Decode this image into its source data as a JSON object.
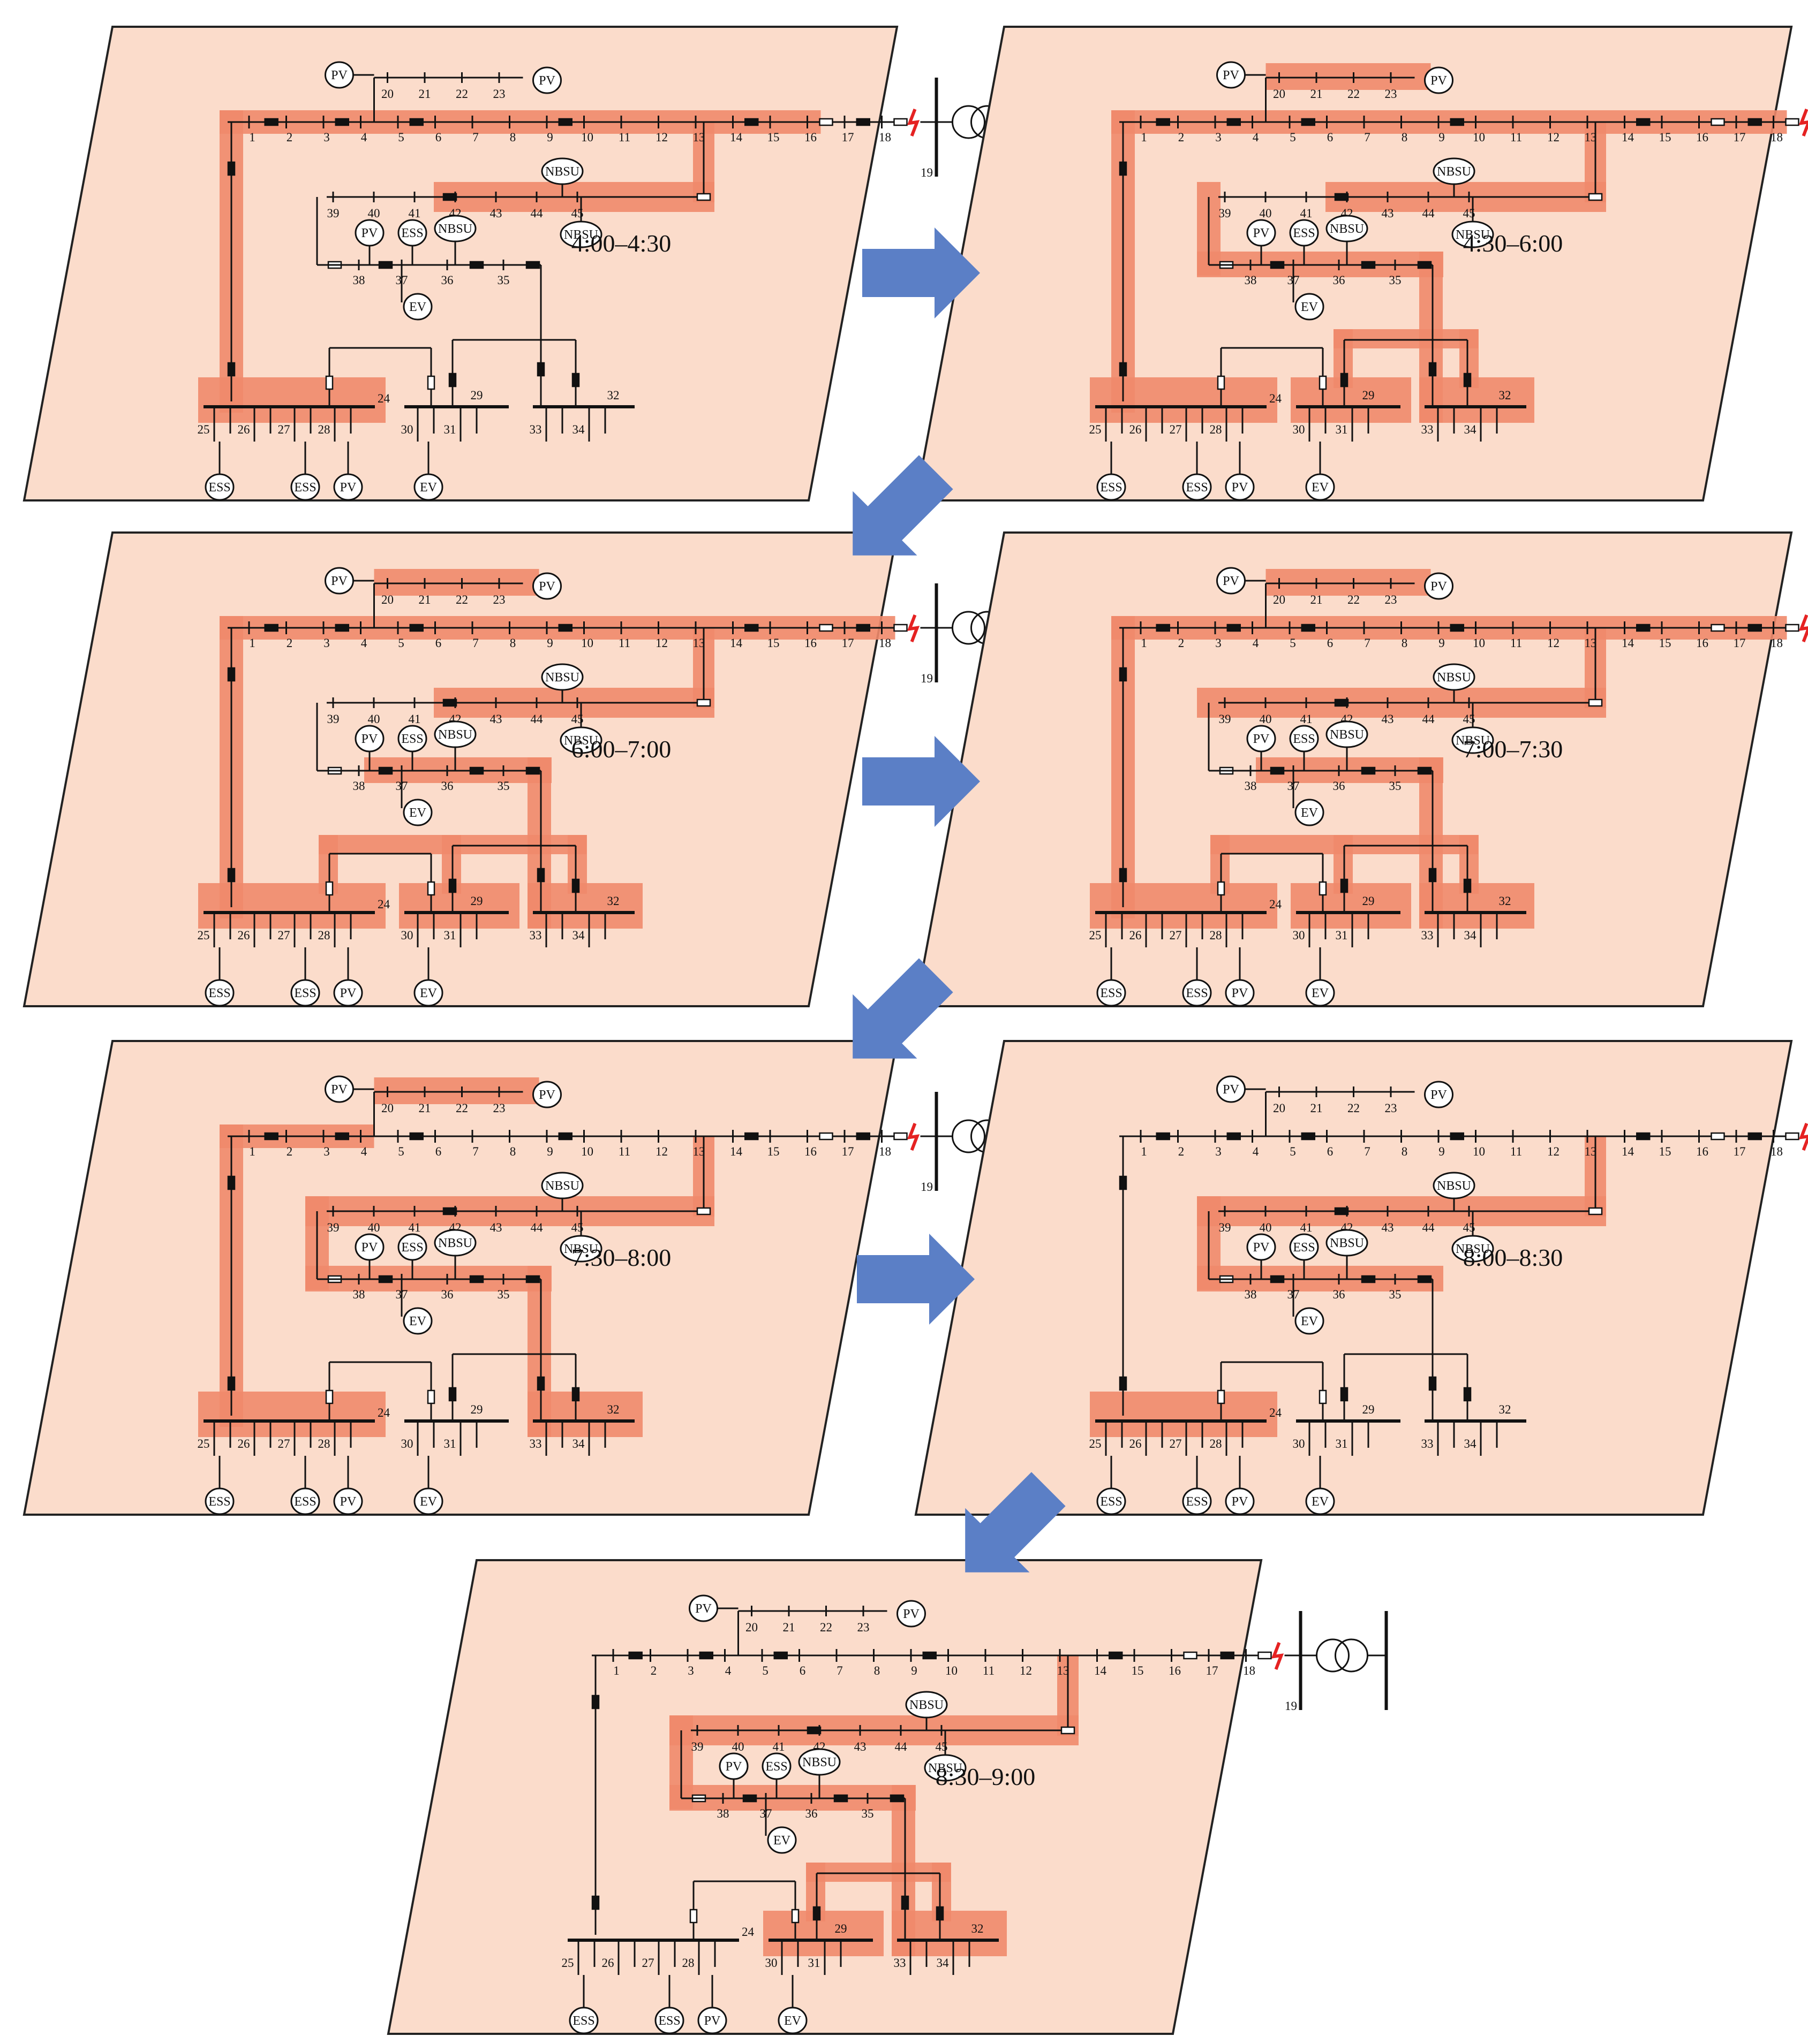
{
  "colors": {
    "panel_fill": "#fbdccb",
    "panel_stroke": "#222222",
    "highlight": "#f08a6c",
    "arrow": "#5b7fc6",
    "line": "#111111",
    "fault": "#e52222"
  },
  "device_labels": {
    "pv": "PV",
    "ess": "ESS",
    "ev": "EV",
    "nbsu": "NBSU"
  },
  "icons": [
    "transformer-icon",
    "fault-bolt-icon",
    "switch-closed-icon",
    "switch-open-icon",
    "flow-arrow-icon"
  ],
  "bus_numbers": [
    "1",
    "2",
    "3",
    "4",
    "5",
    "6",
    "7",
    "8",
    "9",
    "10",
    "11",
    "12",
    "13",
    "14",
    "15",
    "16",
    "17",
    "18",
    "19",
    "20",
    "21",
    "22",
    "23",
    "24",
    "25",
    "26",
    "27",
    "28",
    "29",
    "30",
    "31",
    "32",
    "33",
    "34",
    "35",
    "36",
    "37",
    "38",
    "39",
    "40",
    "41",
    "42",
    "43",
    "44",
    "45"
  ],
  "panels": [
    {
      "id": "p1",
      "time_label": "4:00–4:30",
      "hl": {
        "main": true,
        "main_to": 16,
        "sub20": false,
        "feeder4345": true,
        "feeder3945": false,
        "row38": false,
        "row38_left": false,
        "g24": true,
        "g29": false,
        "g32": false,
        "loop3532": false,
        "loop2432": false,
        "loop2429": false,
        "loop2932": false
      }
    },
    {
      "id": "p2",
      "time_label": "4:30–6:00",
      "hl": {
        "main": true,
        "main_to": 18,
        "sub20": true,
        "feeder4345": true,
        "feeder3945": false,
        "row38": true,
        "row38_left": true,
        "g24": true,
        "g29": true,
        "g32": true,
        "loop3532": true,
        "loop2432": false,
        "loop2429": false,
        "loop2932": true
      }
    },
    {
      "id": "p3",
      "time_label": "6:00–7:00",
      "hl": {
        "main": true,
        "main_to": 18,
        "sub20": true,
        "feeder4345": true,
        "feeder3945": false,
        "row38": true,
        "row38_left": false,
        "g24": true,
        "g29": true,
        "g32": true,
        "loop3532": true,
        "loop2432": false,
        "loop2429": true,
        "loop2932": true
      }
    },
    {
      "id": "p4",
      "time_label": "7:00–7:30",
      "hl": {
        "main": true,
        "main_to": 18,
        "sub20": true,
        "feeder4345": false,
        "feeder3945": true,
        "row38": true,
        "row38_left": false,
        "g24": true,
        "g29": true,
        "g32": true,
        "loop3532": true,
        "loop2432": false,
        "loop2429": true,
        "loop2932": true
      }
    },
    {
      "id": "p5",
      "time_label": "7:30–8:00",
      "hl": {
        "main": true,
        "main_to": 4,
        "sub20": true,
        "feeder4345": false,
        "feeder3945": true,
        "row38": true,
        "row38_left": true,
        "g24": true,
        "g29": false,
        "g32": true,
        "loop3532": true,
        "loop2432": false,
        "loop2429": false,
        "loop2932": false
      }
    },
    {
      "id": "p6",
      "time_label": "8:00–8:30",
      "hl": {
        "main": false,
        "main_to": 0,
        "sub20": false,
        "feeder4345": false,
        "feeder3945": true,
        "row38": true,
        "row38_left": true,
        "g24": true,
        "g29": false,
        "g32": false,
        "loop3532": false,
        "loop2432": false,
        "loop2429": false,
        "loop2932": false
      }
    },
    {
      "id": "p7",
      "time_label": "8:30–9:00",
      "hl": {
        "main": false,
        "main_to": 0,
        "sub20": false,
        "feeder4345": false,
        "feeder3945": true,
        "row38": true,
        "row38_left": true,
        "g24": false,
        "g29": true,
        "g32": true,
        "loop3532": true,
        "loop2432": false,
        "loop2429": false,
        "loop2932": true
      }
    }
  ]
}
